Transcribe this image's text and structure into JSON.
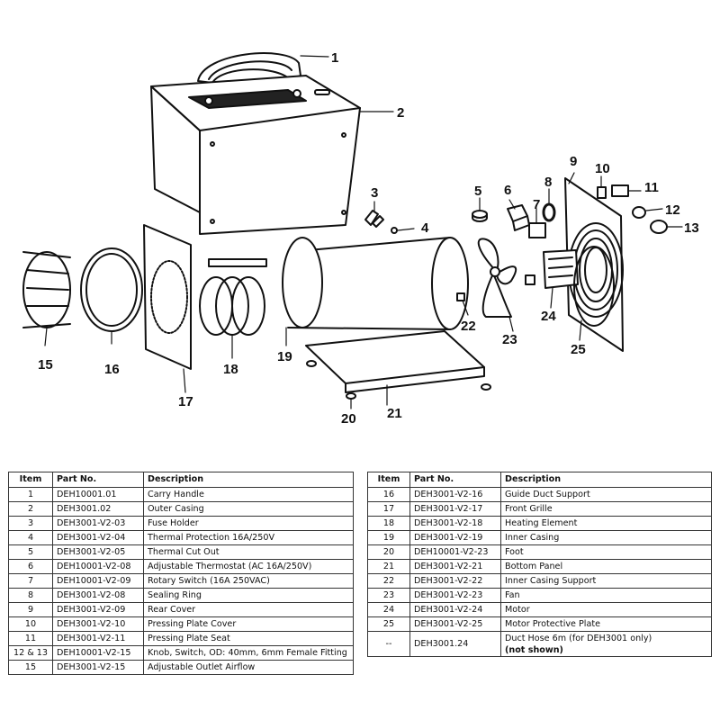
{
  "callouts": [
    "1",
    "2",
    "3",
    "4",
    "5",
    "6",
    "7",
    "8",
    "9",
    "10",
    "11",
    "12",
    "13",
    "15",
    "16",
    "17",
    "18",
    "19",
    "20",
    "21",
    "22",
    "23",
    "24",
    "25"
  ],
  "tables": {
    "headers": {
      "item": "Item",
      "part_no": "Part No.",
      "description": "Description"
    },
    "left": [
      {
        "item": "1",
        "part_no": "DEH10001.01",
        "description": "Carry Handle"
      },
      {
        "item": "2",
        "part_no": "DEH3001.02",
        "description": "Outer Casing"
      },
      {
        "item": "3",
        "part_no": "DEH3001-V2-03",
        "description": "Fuse Holder"
      },
      {
        "item": "4",
        "part_no": "DEH3001-V2-04",
        "description": "Thermal Protection 16A/250V"
      },
      {
        "item": "5",
        "part_no": "DEH3001-V2-05",
        "description": "Thermal Cut Out"
      },
      {
        "item": "6",
        "part_no": "DEH10001-V2-08",
        "description": "Adjustable Thermostat (AC 16A/250V)"
      },
      {
        "item": "7",
        "part_no": "DEH10001-V2-09",
        "description": "Rotary Switch (16A 250VAC)"
      },
      {
        "item": "8",
        "part_no": "DEH3001-V2-08",
        "description": "Sealing Ring"
      },
      {
        "item": "9",
        "part_no": "DEH3001-V2-09",
        "description": "Rear Cover"
      },
      {
        "item": "10",
        "part_no": "DEH3001-V2-10",
        "description": "Pressing Plate Cover"
      },
      {
        "item": "11",
        "part_no": "DEH3001-V2-11",
        "description": "Pressing Plate Seat"
      },
      {
        "item": "12 & 13",
        "part_no": "DEH10001-V2-15",
        "description": "Knob, Switch, OD: 40mm, 6mm Female Fitting"
      },
      {
        "item": "15",
        "part_no": "DEH3001-V2-15",
        "description": "Adjustable Outlet Airflow"
      }
    ],
    "right": [
      {
        "item": "16",
        "part_no": "DEH3001-V2-16",
        "description": "Guide Duct Support"
      },
      {
        "item": "17",
        "part_no": "DEH3001-V2-17",
        "description": "Front Grille"
      },
      {
        "item": "18",
        "part_no": "DEH3001-V2-18",
        "description": "Heating Element"
      },
      {
        "item": "19",
        "part_no": "DEH3001-V2-19",
        "description": "Inner Casing"
      },
      {
        "item": "20",
        "part_no": "DEH10001-V2-23",
        "description": "Foot"
      },
      {
        "item": "21",
        "part_no": "DEH3001-V2-21",
        "description": "Bottom Panel"
      },
      {
        "item": "22",
        "part_no": "DEH3001-V2-22",
        "description": "Inner Casing Support"
      },
      {
        "item": "23",
        "part_no": "DEH3001-V2-23",
        "description": "Fan"
      },
      {
        "item": "24",
        "part_no": "DEH3001-V2-24",
        "description": "Motor"
      },
      {
        "item": "25",
        "part_no": "DEH3001-V2-25",
        "description": "Motor Protective Plate"
      },
      {
        "item": "--",
        "part_no": "DEH3001.24",
        "description": "Duct Hose 6m (for DEH3001 only)",
        "note": "(not shown)"
      }
    ]
  }
}
